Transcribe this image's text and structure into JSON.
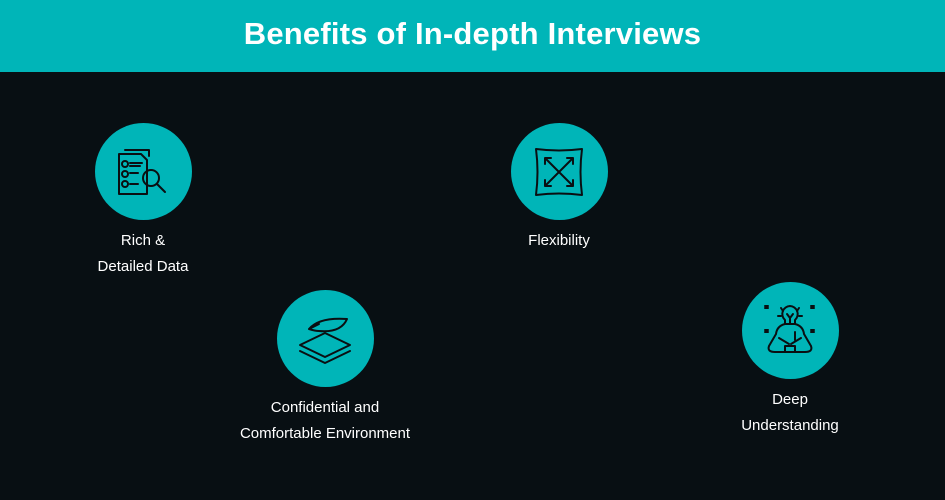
{
  "header": {
    "title": "Benefits of In-depth Interviews"
  },
  "benefits": [
    {
      "line1": "Rich &",
      "line2": "Detailed Data",
      "icon": "document-search-icon"
    },
    {
      "line1": "Flexibility",
      "line2": "",
      "icon": "expand-arrows-icon"
    },
    {
      "line1": "Confidential and",
      "line2": "Comfortable Environment",
      "icon": "feather-layers-icon"
    },
    {
      "line1": "Deep",
      "line2": "Understanding",
      "icon": "meditation-lightbulb-icon"
    }
  ],
  "colors": {
    "accent": "#00b5b8",
    "background": "#080f13"
  }
}
